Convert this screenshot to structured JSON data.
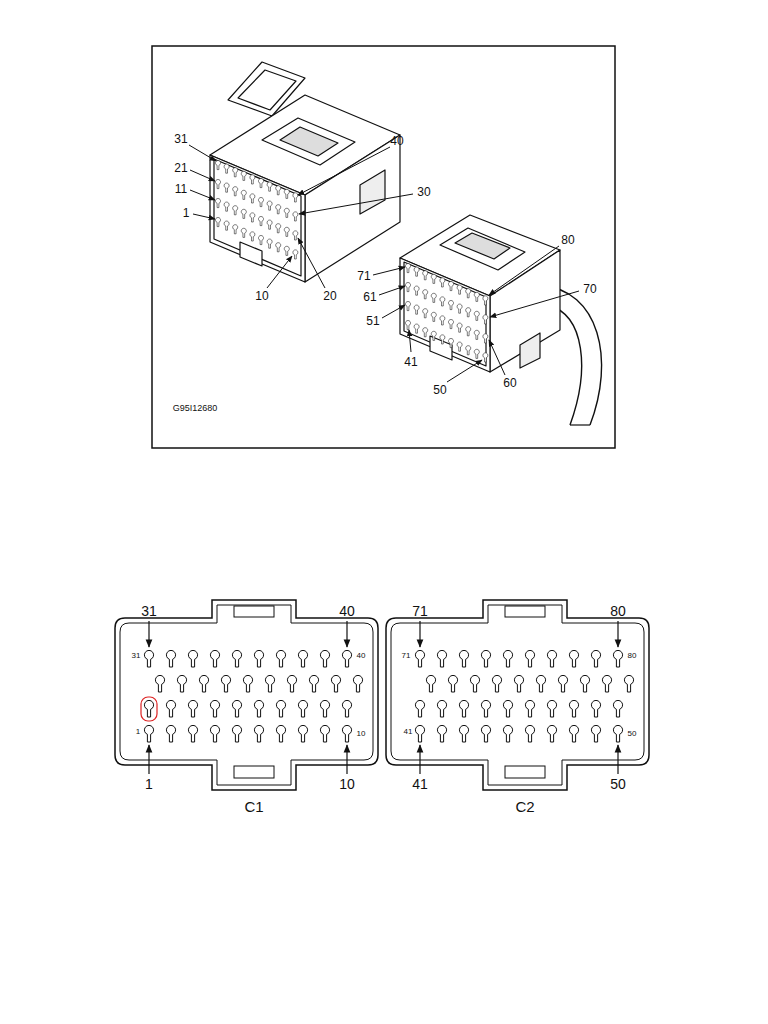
{
  "diagram": {
    "labels": [
      "31",
      "21",
      "11",
      "1",
      "40",
      "30",
      "10",
      "20",
      "80",
      "71",
      "61",
      "51",
      "41",
      "70",
      "50",
      "60",
      "G95I12680",
      "31",
      "40",
      "71",
      "80",
      "31",
      "40",
      "71",
      "80",
      "1",
      "10",
      "41",
      "50",
      "1",
      "10",
      "41",
      "50",
      "C1",
      "C2"
    ]
  }
}
